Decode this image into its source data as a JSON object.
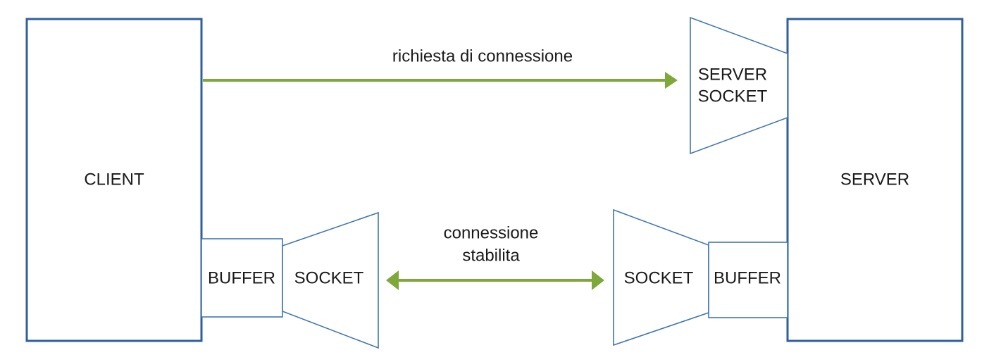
{
  "colors": {
    "box_stroke": "#2f5f9e",
    "socket_stroke": "#3f76b2",
    "arrow": "#7ea83a",
    "text": "#1a1a1a"
  },
  "client": {
    "label": "CLIENT"
  },
  "server": {
    "label": "SERVER"
  },
  "server_socket": {
    "line1": "SERVER",
    "line2": "SOCKET"
  },
  "client_buffer": {
    "label": "BUFFER"
  },
  "client_socket": {
    "label": "SOCKET"
  },
  "server_socket_conn": {
    "label": "SOCKET"
  },
  "server_buffer": {
    "label": "BUFFER"
  },
  "request_arrow": {
    "label": "richiesta di connessione"
  },
  "connection_arrow": {
    "line1": "connessione",
    "line2": "stabilita"
  }
}
